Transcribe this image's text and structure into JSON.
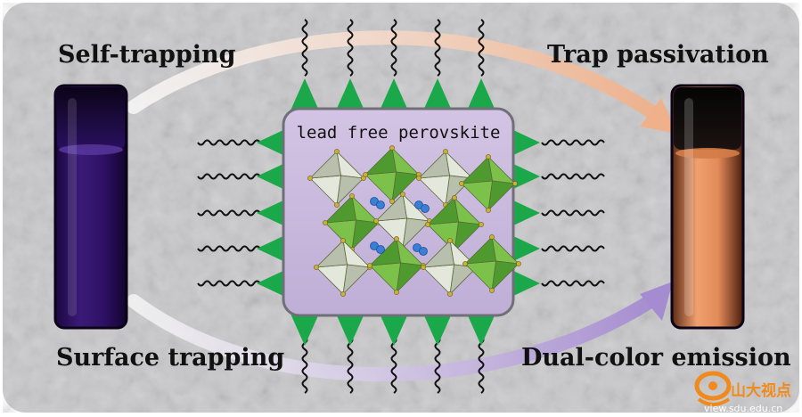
{
  "labels": {
    "top_left": "Self-trapping",
    "bottom_left": "Surface trapping",
    "top_right": "Trap passivation",
    "bottom_right": "Dual-color emission",
    "center_title": "lead free perovskite"
  },
  "watermark": {
    "brand": "山大视点",
    "url": "view.sdu.edu.cn"
  },
  "colors": {
    "background": "#c9c9cb",
    "ligand_green": "#1aa84a",
    "core_fill": "#c9b9dc",
    "left_vial": "#2a0f57",
    "right_vial_glow": "#e8955a",
    "arrow_top": "#eeb48f",
    "arrow_bottom": "#b6a0d6",
    "watermark_orange": "#f08a1c"
  }
}
